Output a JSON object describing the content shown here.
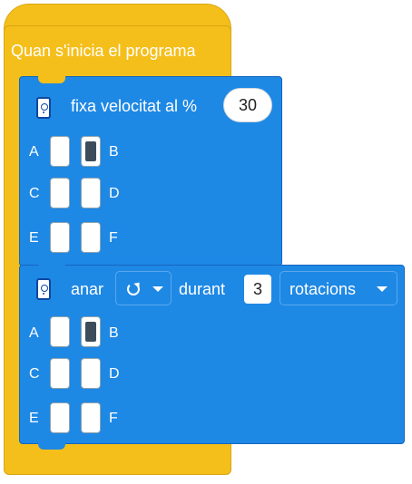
{
  "hat": {
    "label": "Quan s'inicia el programa"
  },
  "set_speed": {
    "label": "fixa velocitat al %",
    "value": "30",
    "icon": "hub-icon",
    "ports": [
      "A",
      "B",
      "C",
      "D",
      "E",
      "F"
    ],
    "selected_port": "B"
  },
  "run_motor": {
    "label": "anar",
    "direction_icon": "clockwise-icon",
    "during_label": "durant",
    "amount": "3",
    "unit": "rotacions",
    "icon": "hub-icon",
    "ports": [
      "A",
      "B",
      "C",
      "D",
      "E",
      "F"
    ],
    "selected_port": "B"
  },
  "colors": {
    "event_yellow": "#F5BF1B",
    "motor_blue": "#1E88E5"
  }
}
